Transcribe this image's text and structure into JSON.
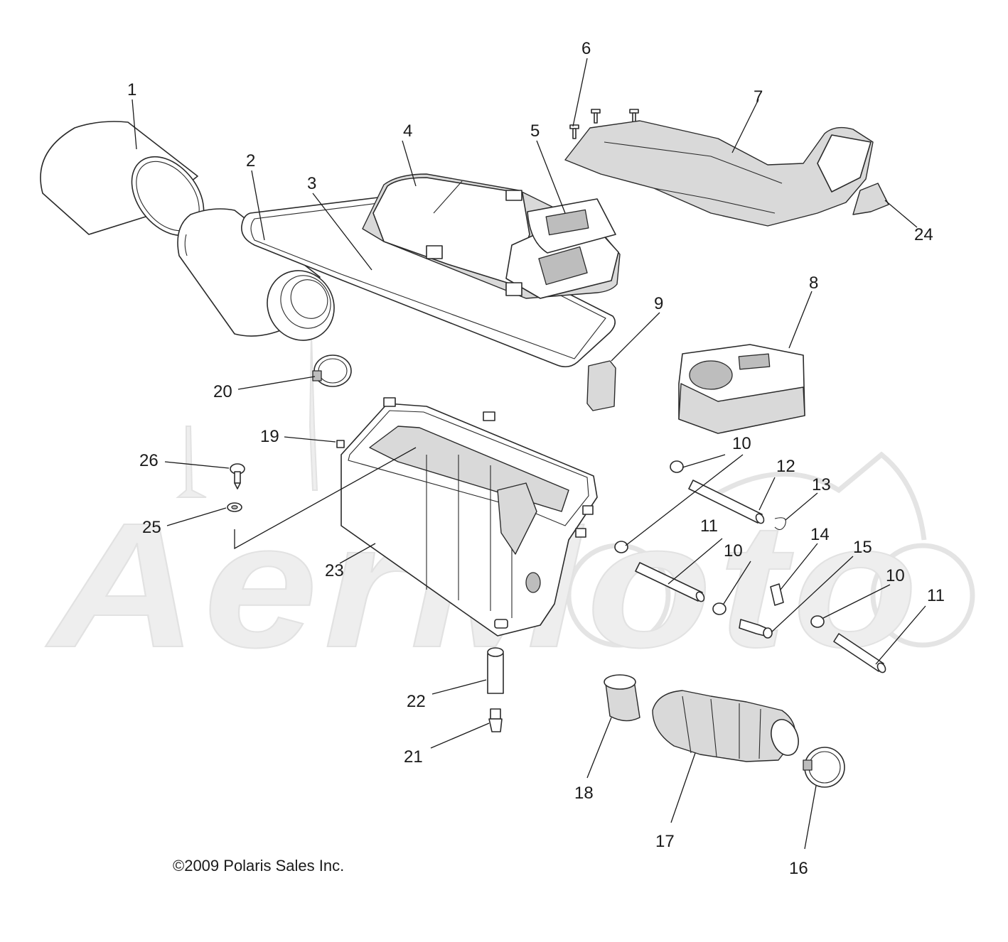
{
  "copyright": "©2009 Polaris Sales Inc.",
  "watermark_text": "AerMoto",
  "callouts": [
    "1",
    "2",
    "3",
    "4",
    "5",
    "6",
    "7",
    "8",
    "9",
    "10",
    "10",
    "10",
    "10",
    "11",
    "11",
    "12",
    "13",
    "14",
    "15",
    "16",
    "17",
    "18",
    "19",
    "20",
    "21",
    "22",
    "23",
    "24",
    "25",
    "26"
  ],
  "colors": {
    "line": "#2a2a2a",
    "fill": "#d9d9d9",
    "watermark": "#eeeeee"
  }
}
